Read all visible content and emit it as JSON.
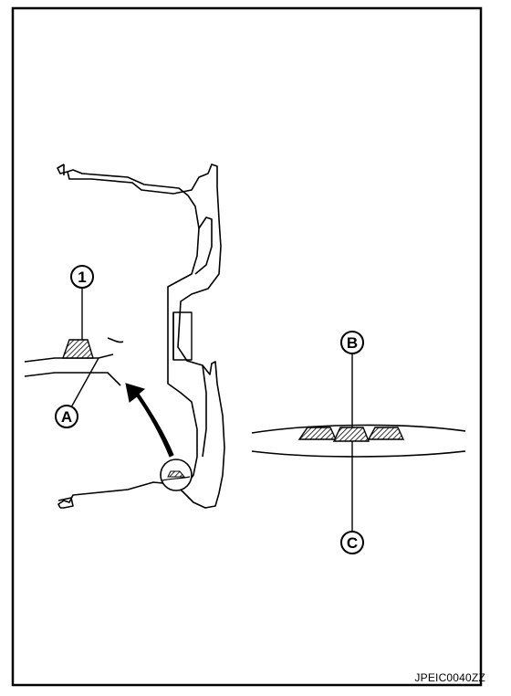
{
  "figure_id": "JPEIC0040ZZ",
  "callouts": {
    "item_1": "1",
    "item_a": "A",
    "item_b": "B",
    "item_c": "C"
  }
}
